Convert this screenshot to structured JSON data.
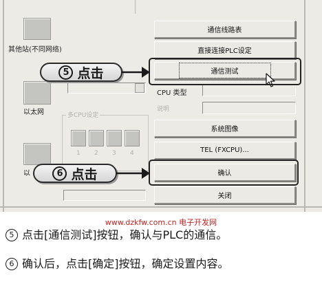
{
  "dialog": {
    "left_labels": {
      "other_station": "其他站(不同网络)",
      "ethernet": "以太网",
      "partial": "以"
    },
    "faint": {
      "group_title": "多CPU设定",
      "row_nums": [
        "1",
        "2",
        "3",
        "4"
      ],
      "small_label": "说明"
    },
    "cpu_type_label": "CPU 类型",
    "buttons": {
      "comm_route": "通信线路表",
      "direct_connect": "直接连接PLC设定",
      "comm_test": "通信测试",
      "system_image": "系统图像",
      "tel": "TEL (FXCPU)...",
      "confirm": "确认",
      "close": "关闭"
    }
  },
  "callouts": {
    "step5": {
      "num": "5",
      "text": "点击"
    },
    "step6": {
      "num": "6",
      "text": "点击"
    }
  },
  "watermark": "www.dzkfw.com.cn 电子开发网",
  "captions": {
    "line1": {
      "num": "5",
      "text": "点击[通信测试]按钮，确认与PLC的通信。"
    },
    "line2": {
      "num": "6",
      "text": "确认后，点击[确定]按钮，确定设置内容。"
    }
  }
}
